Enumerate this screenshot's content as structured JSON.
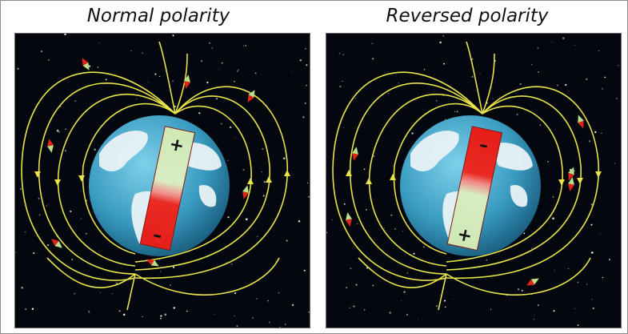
{
  "panels": [
    {
      "title": "Normal polarity",
      "magnet_top_sign": "+",
      "magnet_bottom_sign": "–",
      "magnet_top_color": "#cfe8b4",
      "magnet_bottom_color": "#ea2a24"
    },
    {
      "title": "Reversed polarity",
      "magnet_top_sign": "–",
      "magnet_bottom_sign": "+",
      "magnet_top_color": "#ea2a24",
      "magnet_bottom_color": "#cfe8b4"
    }
  ],
  "colors": {
    "space": "#04070e",
    "field_line": "#e8e44a",
    "ocean": "#3f9fc2",
    "land": "#e9f3f7",
    "compass_red": "#e2231a",
    "compass_green": "#b8e08a"
  },
  "icons": [
    "star-icon",
    "earth-globe",
    "bar-magnet",
    "compass-needle-icon",
    "arrow-icon"
  ]
}
